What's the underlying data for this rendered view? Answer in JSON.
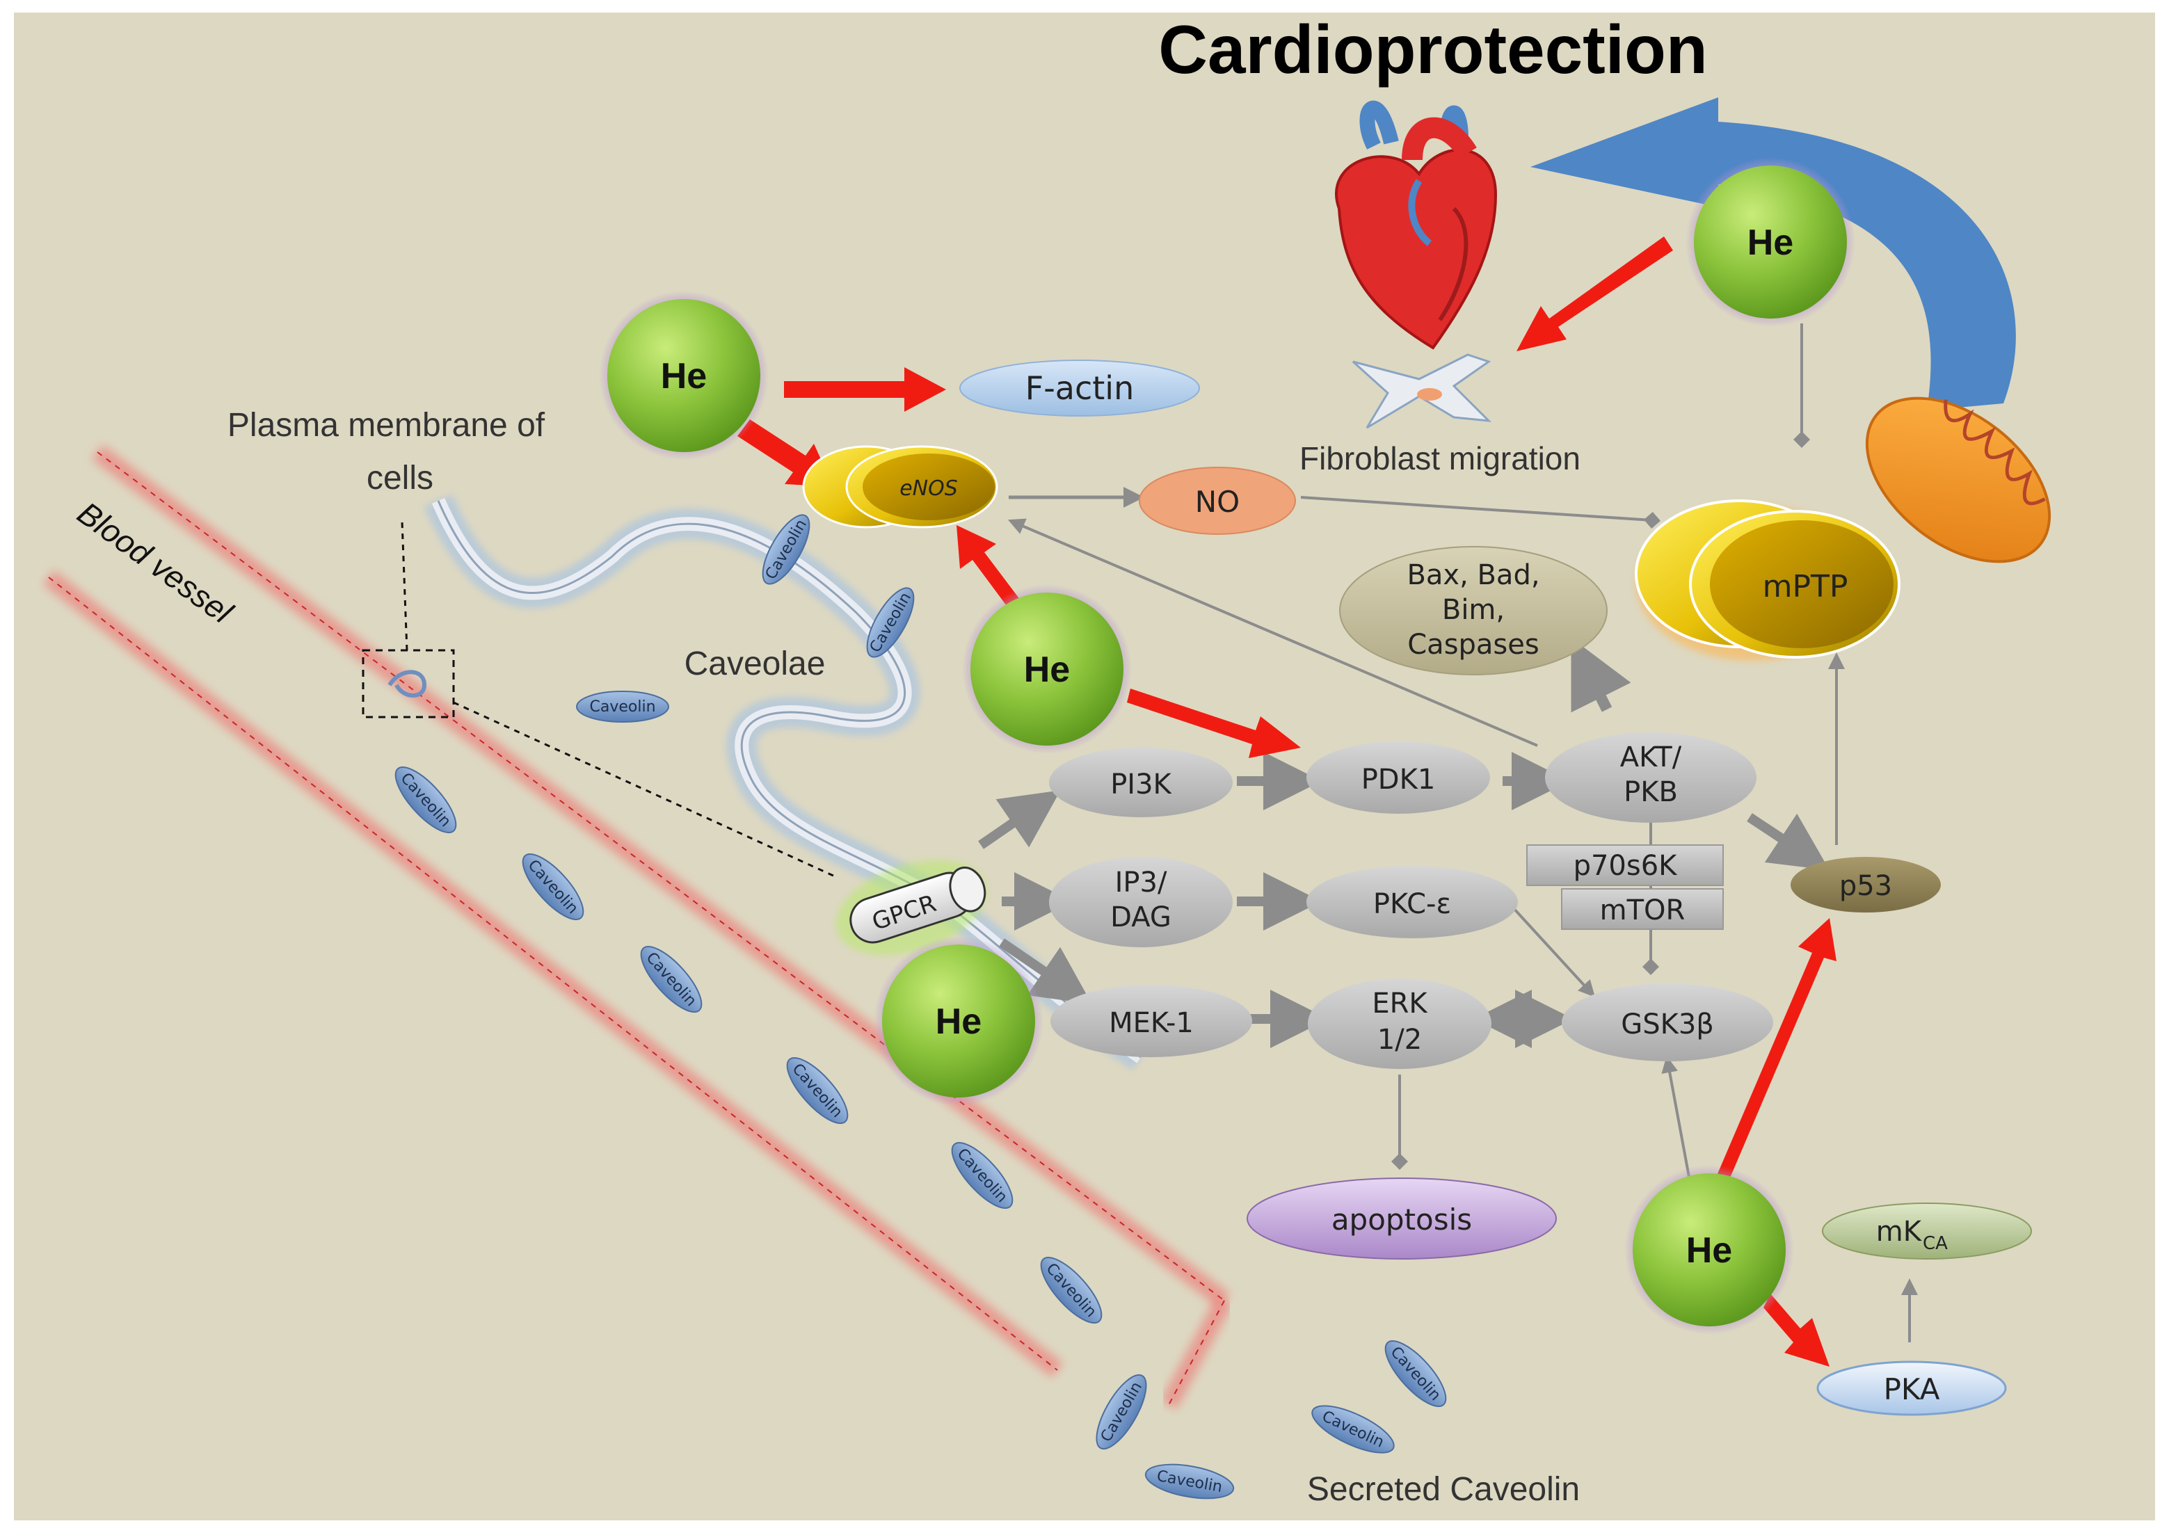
{
  "title": "Cardioprotection",
  "colors": {
    "background": "#ddd8c2",
    "he_green": "#8cc43c",
    "he_purple_glow": "#9b7bb8",
    "red_arrow": "#f01c12",
    "gray_node": "#bdbdbd",
    "gray_arrow": "#8c8c8c",
    "blue_arrow": "#4f86c6",
    "vessel_red": "#f08a8a",
    "caveolin_blue": "#6f95c6"
  },
  "labels": {
    "plasma_membrane_line1": "Plasma membrane  of",
    "plasma_membrane_line2": "cells",
    "blood_vessel": "Blood vessel",
    "caveolae": "Caveolae",
    "fibroblast_migration": "Fibroblast migration",
    "secreted_caveolin": "Secreted Caveolin"
  },
  "he_label": "He",
  "nodes": {
    "f_actin": "F-actin",
    "enos": "eNOS",
    "no": "NO",
    "mptp": "mPTP",
    "bax_line1": "Bax, Bad,",
    "bax_line2": "Bim,",
    "bax_line3": "Caspases",
    "pi3k": "PI3K",
    "pdk1": "PDK1",
    "akt_line1": "AKT/",
    "akt_line2": "PKB",
    "p70s6k": "p70s6K",
    "mtor": "mTOR",
    "p53": "p53",
    "gpcr": "GPCR",
    "ip3_line1": "IP3/",
    "ip3_line2": "DAG",
    "pkc": "PKC-ε",
    "mek1": "MEK-1",
    "erk_line1": "ERK",
    "erk_line2": "1/2",
    "gsk3b": "GSK3β",
    "apoptosis": "apoptosis",
    "mkca_main": "mK",
    "mkca_sub": "CA",
    "pka": "PKA"
  },
  "caveolin_label": "Caveolin",
  "icons": {
    "heart": "heart-icon",
    "fibroblast": "fibroblast-cell-icon",
    "mitochondrion": "mitochondrion-icon"
  }
}
